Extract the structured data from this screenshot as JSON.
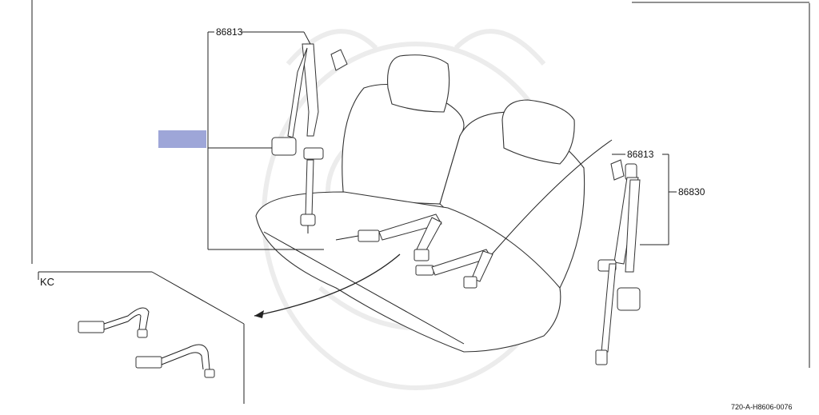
{
  "labels": {
    "part_top_left": "86813",
    "part_right_upper": "86813",
    "part_right_assembly": "86830",
    "inset_label": "KC",
    "reference_code": "720-A-H8606-0076"
  },
  "colors": {
    "highlight": "#9ea6d8",
    "line": "#222222"
  }
}
